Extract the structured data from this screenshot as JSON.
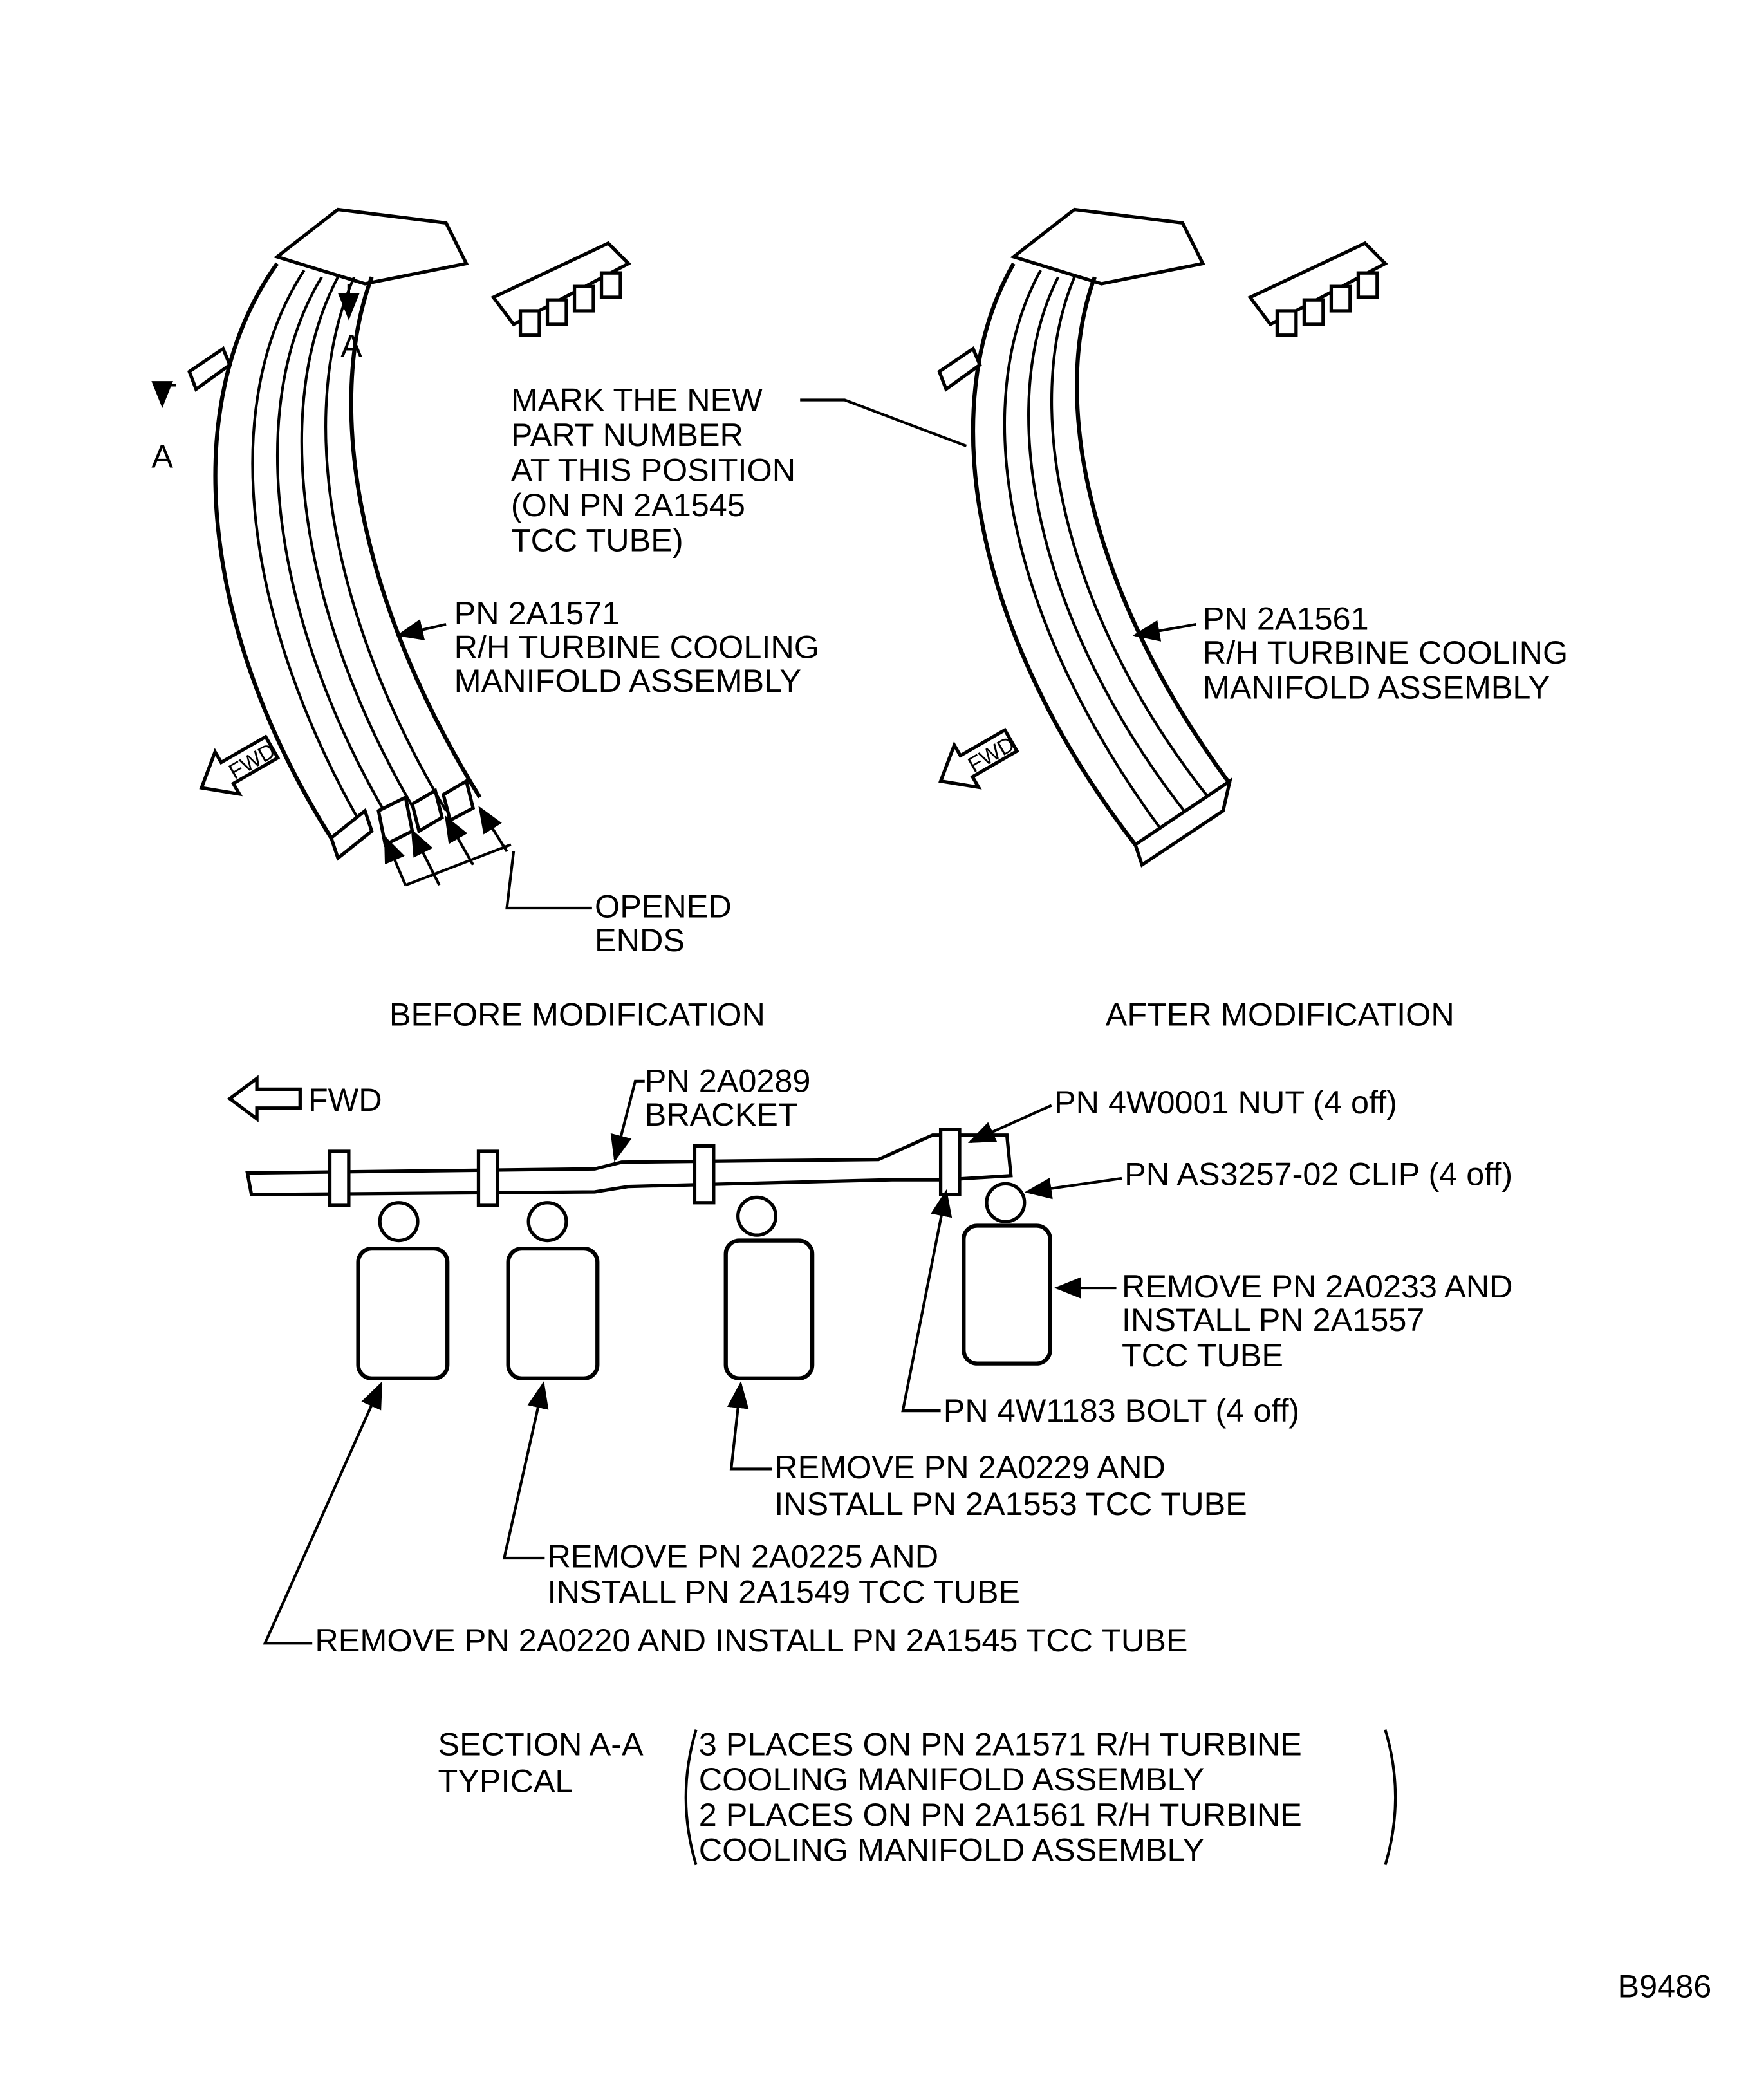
{
  "section_a_markers": [
    "A",
    "A"
  ],
  "mark_note": [
    "MARK THE NEW",
    "PART NUMBER",
    "AT THIS POSITION",
    "(ON PN 2A1545",
    " TCC TUBE)"
  ],
  "before_assembly": [
    "PN 2A1571",
    "R/H TURBINE COOLING",
    "MANIFOLD ASSEMBLY"
  ],
  "after_assembly": [
    "PN 2A1561",
    "R/H TURBINE COOLING",
    "MANIFOLD ASSEMBLY"
  ],
  "fwd_label": "FWD",
  "opened_ends": [
    "OPENED",
    "ENDS"
  ],
  "before_caption": "BEFORE MODIFICATION",
  "after_caption": "AFTER MODIFICATION",
  "bracket": [
    "PN 2A0289",
    "BRACKET"
  ],
  "nut": "PN 4W0001 NUT (4 off)",
  "clip": "PN AS3257-02 CLIP (4 off)",
  "tube4": [
    "REMOVE PN 2A0233 AND",
    "INSTALL PN 2A1557",
    "TCC TUBE"
  ],
  "bolt": "PN 4W1183 BOLT (4 off)",
  "tube3": [
    "REMOVE PN 2A0229 AND",
    "INSTALL PN 2A1553 TCC TUBE"
  ],
  "tube2": [
    "REMOVE PN 2A0225 AND",
    "INSTALL PN 2A1549 TCC TUBE"
  ],
  "tube1": "REMOVE PN 2A0220 AND INSTALL PN 2A1545 TCC TUBE",
  "section": [
    "SECTION A-A",
    "TYPICAL"
  ],
  "section_note": [
    "3 PLACES ON PN 2A1571 R/H TURBINE",
    "COOLING MANIFOLD ASSEMBLY",
    "2 PLACES ON PN 2A1561 R/H TURBINE",
    "COOLING MANIFOLD ASSEMBLY"
  ],
  "figure_id": "B9486"
}
